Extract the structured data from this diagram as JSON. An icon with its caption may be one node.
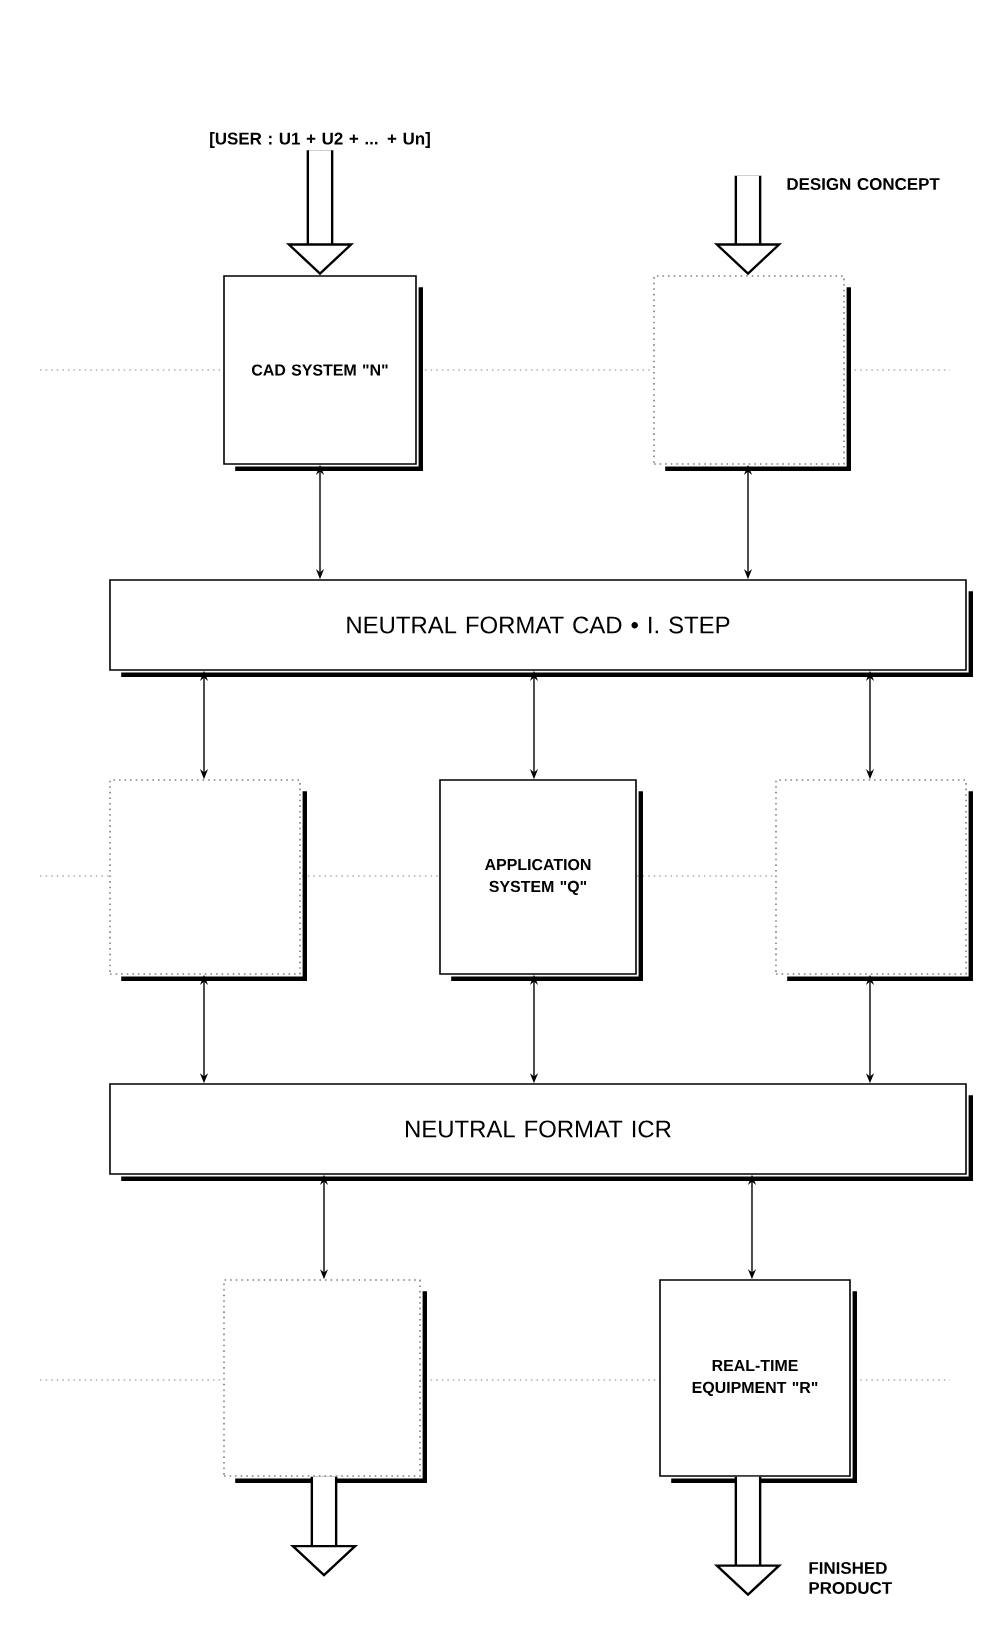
{
  "diagram": {
    "nodes": [
      {
        "text": [
          "[USER : U1 + U2 + ... + Un]"
        ]
      },
      {
        "text": [
          "DESIGN CONCEPT"
        ]
      },
      {
        "text": [
          "CAD SYSTEM \"N\""
        ]
      },
      {
        "text": [],
        "shape": "box"
      },
      {
        "text": [
          "NEUTRAL FORMAT CAD • I. STEP"
        ]
      },
      {
        "text": [],
        "shape": "box"
      },
      {
        "text": [
          "APPLICATION SYSTEM \"Q\""
        ]
      },
      {
        "text": [],
        "shape": "box"
      },
      {
        "text": [
          "NEUTRAL FORMAT ICR"
        ]
      },
      {
        "text": [],
        "shape": "box"
      },
      {
        "text": [
          "REAL-TIME EQUIPMENT \"R\""
        ]
      },
      {
        "text": [
          "FINISHED PRODUCT"
        ]
      }
    ],
    "edges": [
      {
        "from": 0,
        "to": 2,
        "arrow": "to",
        "style": "thick"
      },
      {
        "from": 1,
        "to": 3,
        "arrow": "to",
        "style": "thick"
      },
      {
        "from": 2,
        "to": 4,
        "arrow": "both"
      },
      {
        "from": 3,
        "to": 4,
        "arrow": "both"
      },
      {
        "from": 4,
        "to": 5,
        "arrow": "both"
      },
      {
        "from": 4,
        "to": 6,
        "arrow": "both"
      },
      {
        "from": 4,
        "to": 7,
        "arrow": "both"
      },
      {
        "from": 5,
        "to": 8,
        "arrow": "both"
      },
      {
        "from": 6,
        "to": 8,
        "arrow": "both"
      },
      {
        "from": 7,
        "to": 8,
        "arrow": "both"
      },
      {
        "from": 8,
        "to": 9,
        "arrow": "both"
      },
      {
        "from": 8,
        "to": 10,
        "arrow": "both"
      },
      {
        "from": 9,
        "to": null,
        "arrow": "to",
        "style": "thick"
      },
      {
        "from": 10,
        "to": 11,
        "arrow": "to",
        "style": "thick"
      }
    ]
  }
}
